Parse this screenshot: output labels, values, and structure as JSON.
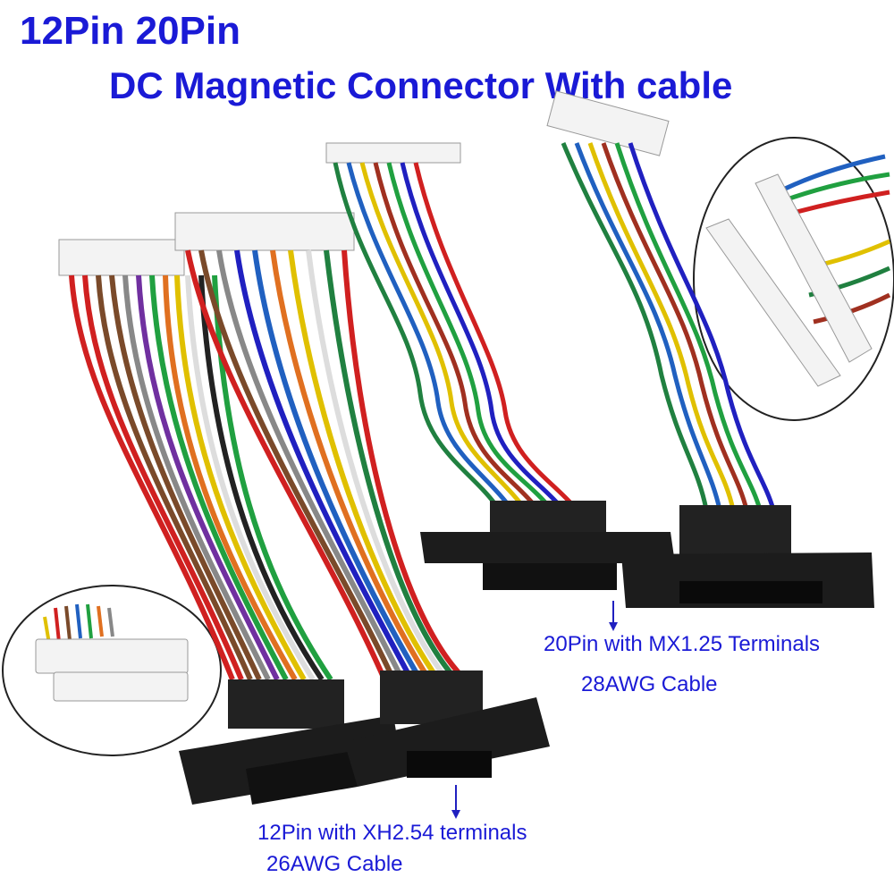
{
  "title": {
    "line1": "12Pin 20Pin",
    "line2": "DC Magnetic Connector With cable"
  },
  "captions": {
    "twenty_pin": "20Pin with MX1.25 Terminals",
    "twenty_pin_cable": "28AWG Cable",
    "twelve_pin": "12Pin with XH2.54 terminals",
    "twelve_pin_cable": "26AWG Cable"
  },
  "colors": {
    "title_text": "#1a1ad6",
    "connector_body": "#1c1c1c",
    "header_plastic": "#f3f3f3",
    "pin_gold": "#d4a017"
  }
}
